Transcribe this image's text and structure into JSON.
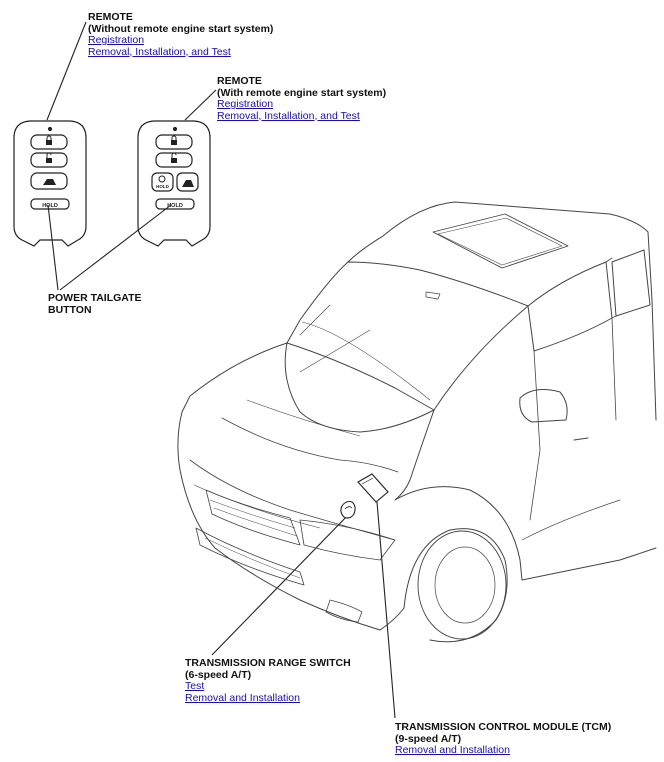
{
  "remote_without": {
    "title": "REMOTE",
    "subtitle": "(Without remote engine start system)",
    "links": [
      "Registration",
      "Removal, Installation, and Test"
    ]
  },
  "remote_with": {
    "title": "REMOTE",
    "subtitle": "(With remote engine start system)",
    "links": [
      "Registration",
      "Removal, Installation, and Test"
    ]
  },
  "power_tailgate": {
    "line1": "POWER TAILGATE",
    "line2": "BUTTON"
  },
  "range_switch": {
    "title": "TRANSMISSION RANGE SWITCH",
    "subtitle": "(6-speed A/T)",
    "links": [
      "Test",
      "Removal and Installation"
    ]
  },
  "tcm": {
    "title": "TRANSMISSION CONTROL MODULE (TCM)",
    "subtitle": "(9-speed A/T)",
    "links": [
      "Removal and Installation"
    ]
  },
  "fob_labels": {
    "hold": "HOLD",
    "hold_button": "HOLD"
  },
  "colors": {
    "link": "#1a0dab",
    "line": "#222222",
    "fill": "#ffffff"
  }
}
